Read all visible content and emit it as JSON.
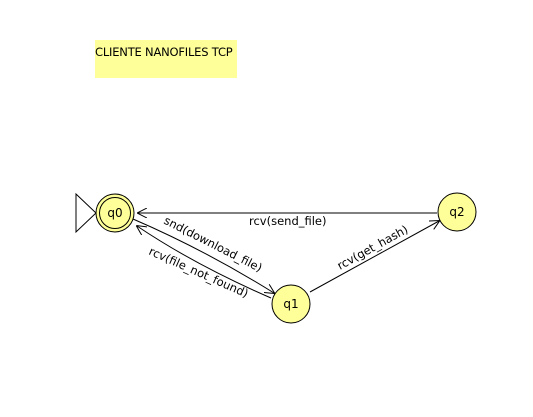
{
  "note": {
    "text": "CLIENTE NANOFILES TCP",
    "color": "#ffff99"
  },
  "states": {
    "q0": {
      "label": "q0",
      "initial": true,
      "accepting": true
    },
    "q1": {
      "label": "q1"
    },
    "q2": {
      "label": "q2"
    }
  },
  "transitions": {
    "q2_q0": {
      "from": "q2",
      "to": "q0",
      "label": "rcv(send_file)"
    },
    "q0_q1": {
      "from": "q0",
      "to": "q1",
      "label": "snd(download_file)"
    },
    "q1_q0": {
      "from": "q1",
      "to": "q0",
      "label": "rcv(file_not_found)"
    },
    "q1_q2": {
      "from": "q1",
      "to": "q2",
      "label": "rcv(get_hash)"
    }
  },
  "colors": {
    "state_fill": "#ffff99",
    "stroke": "#000000"
  }
}
